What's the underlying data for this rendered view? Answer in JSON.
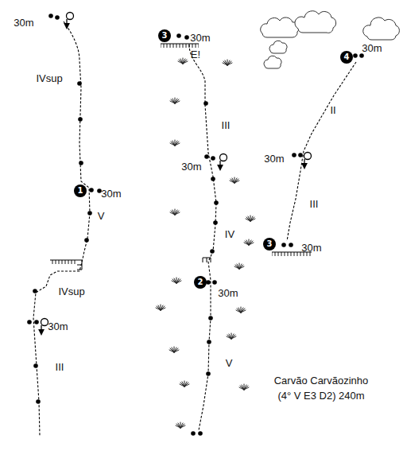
{
  "diagram": {
    "nodes": [
      {
        "text": [
          "1"
        ]
      },
      {
        "text": [
          "2"
        ]
      },
      {
        "text": [
          "3"
        ]
      },
      {
        "text": [
          "3"
        ]
      },
      {
        "text": [
          "4"
        ]
      }
    ],
    "labels": [
      "30m",
      "IVsup",
      "30m",
      "V",
      "IVsup",
      "30m",
      "III",
      "30m",
      "E!",
      "III",
      "30m",
      "IV",
      "30m",
      "V",
      "30m",
      "II",
      "30m",
      "III",
      "30m",
      "Carvão Carvãozinho",
      "(4° V E3 D2) 240m"
    ]
  }
}
